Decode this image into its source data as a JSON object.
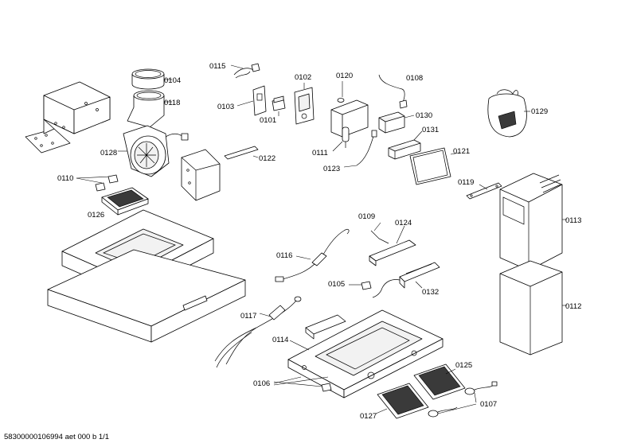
{
  "labels": {
    "p0104": "0104",
    "p0118": "0118",
    "p0115": "0115",
    "p0103": "0103",
    "p0102": "0102",
    "p0101": "0101",
    "p0120": "0120",
    "p0108": "0108",
    "p0130": "0130",
    "p0131": "0131",
    "p0111": "0111",
    "p0123": "0123",
    "p0121": "0121",
    "p0129": "0129",
    "p0128": "0128",
    "p0122": "0122",
    "p0110": "0110",
    "p0126": "0126",
    "p0119": "0119",
    "p0113": "0113",
    "p0109": "0109",
    "p0124": "0124",
    "p0116": "0116",
    "p0105": "0105",
    "p0132": "0132",
    "p0112": "0112",
    "p0117": "0117",
    "p0114": "0114",
    "p0125": "0125",
    "p0106": "0106",
    "p0107": "0107",
    "p0127": "0127"
  },
  "footer": {
    "doc_id": "58300000106994 aet 000 b 1/1"
  }
}
